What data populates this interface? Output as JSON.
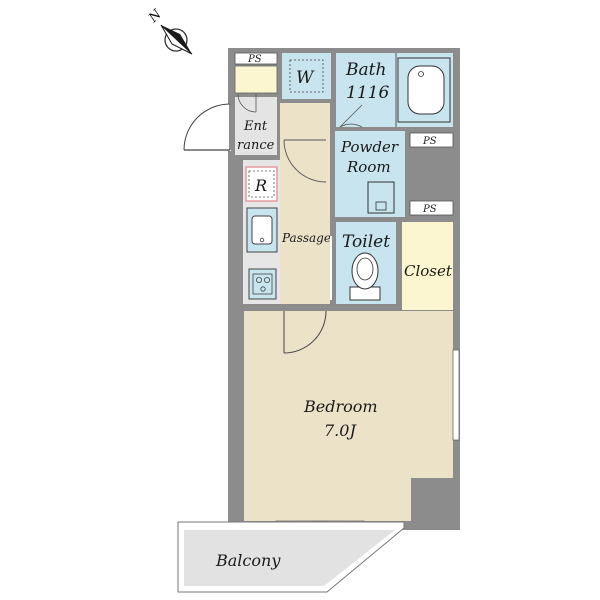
{
  "compass": {
    "letter": "N",
    "icon": "north-arrow-icon"
  },
  "rooms": {
    "bath": {
      "name": "Bath",
      "size": "1116"
    },
    "washer": {
      "label": "W"
    },
    "entrance": {
      "line1": "Ent",
      "line2": "rance"
    },
    "powder_room": {
      "line1": "Powder",
      "line2": "Room"
    },
    "refrigerator": {
      "label": "R"
    },
    "passage": {
      "label": "Passage"
    },
    "toilet": {
      "label": "Toilet"
    },
    "closet": {
      "label": "Closet"
    },
    "bedroom": {
      "name": "Bedroom",
      "size": "7.0J"
    },
    "balcony": {
      "label": "Balcony"
    }
  },
  "pipe_spaces": [
    "PS",
    "PS",
    "PS"
  ],
  "colors": {
    "wall": "#8c8c8c",
    "wet_area": "#c8e4ee",
    "wood_floor": "#ece2c7",
    "closet": "#fbf6cf",
    "balcony": "#e2e2e2",
    "fridge_border": "#e79aa0"
  }
}
